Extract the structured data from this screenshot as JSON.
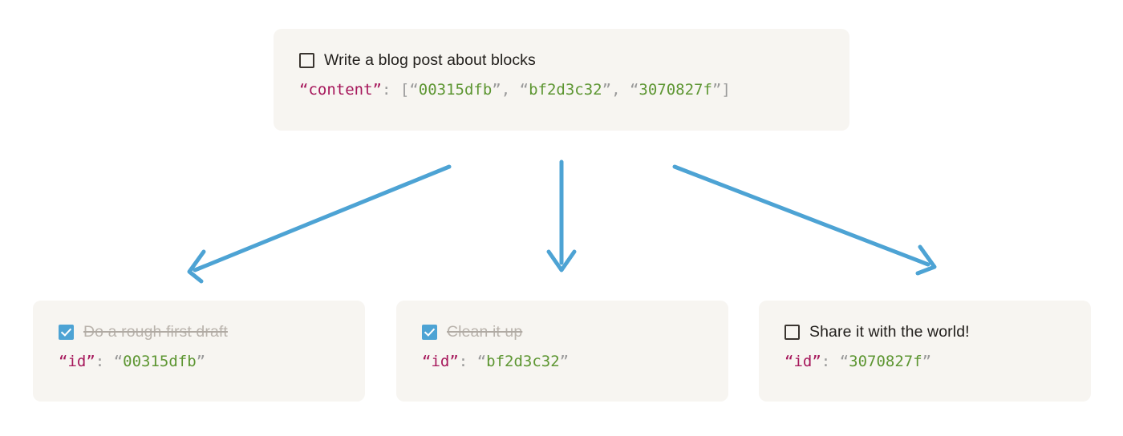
{
  "theme": {
    "page_background": "#ffffff",
    "card_background": "#f7f5f1",
    "arrow_color": "#4da3d4",
    "checkbox_checked_color": "#4da3d4",
    "checkbox_unchecked_border": "#3a3530",
    "json_key_color": "#a6175b",
    "json_string_color": "#5d9632",
    "json_punct_color": "#9a9a9a",
    "task_text_color": "#23201d",
    "task_done_text_color": "#b9b3ac"
  },
  "parent": {
    "checkbox_icon": "checkbox-unchecked-icon",
    "checked": false,
    "label": "Write a blog post about blocks",
    "json": {
      "key_open_quote": "“",
      "key": "content",
      "key_close_quote": "”",
      "colon": ": ",
      "open_bracket": "[",
      "values": [
        "00315dfb",
        "bf2d3c32",
        "3070827f"
      ],
      "separator": ", ",
      "close_bracket": "]",
      "quote_open": "“",
      "quote_close": "”"
    }
  },
  "children": [
    {
      "checkbox_icon": "checkbox-checked-icon",
      "checked": true,
      "label": "Do a rough first draft",
      "json": {
        "key_open_quote": "“",
        "key": "id",
        "key_close_quote": "”",
        "colon": ": ",
        "quote_open": "“",
        "value": "00315dfb",
        "quote_close": "”"
      }
    },
    {
      "checkbox_icon": "checkbox-checked-icon",
      "checked": true,
      "label": "Clean it up",
      "json": {
        "key_open_quote": "“",
        "key": "id",
        "key_close_quote": "”",
        "colon": ": ",
        "quote_open": "“",
        "value": "bf2d3c32",
        "quote_close": "”"
      }
    },
    {
      "checkbox_icon": "checkbox-unchecked-icon",
      "checked": false,
      "label": "Share it with the world!",
      "json": {
        "key_open_quote": "“",
        "key": "id",
        "key_close_quote": "”",
        "colon": ": ",
        "quote_open": "“",
        "value": "3070827f",
        "quote_close": "”"
      }
    }
  ],
  "arrows": [
    {
      "name": "arrow-to-left-child",
      "direction": "down-left"
    },
    {
      "name": "arrow-to-middle-child",
      "direction": "down"
    },
    {
      "name": "arrow-to-right-child",
      "direction": "down-right"
    }
  ]
}
